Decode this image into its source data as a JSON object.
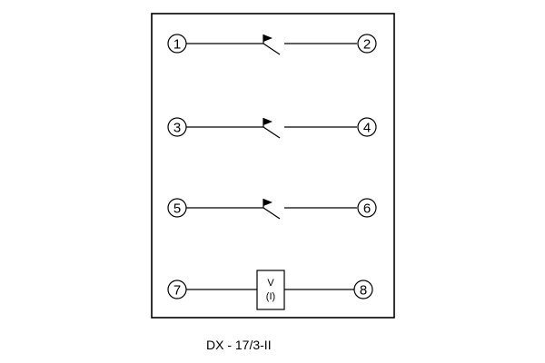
{
  "terminals": [
    {
      "id": "1",
      "label": "1"
    },
    {
      "id": "2",
      "label": "2"
    },
    {
      "id": "3",
      "label": "3"
    },
    {
      "id": "4",
      "label": "4"
    },
    {
      "id": "5",
      "label": "5"
    },
    {
      "id": "6",
      "label": "6"
    },
    {
      "id": "7",
      "label": "7"
    },
    {
      "id": "8",
      "label": "8"
    }
  ],
  "contacts": [
    {
      "name": "contact-1-2",
      "from": "1",
      "to": "2",
      "type": "normally-closed-with-flag"
    },
    {
      "name": "contact-3-4",
      "from": "3",
      "to": "4",
      "type": "normally-closed-with-flag"
    },
    {
      "name": "contact-5-6",
      "from": "5",
      "to": "6",
      "type": "normally-closed-with-flag"
    }
  ],
  "coil": {
    "from": "7",
    "to": "8",
    "label_top": "V",
    "label_bottom": "(I)"
  },
  "model_label": "DX - 17/3-II",
  "colors": {
    "line": "#000000",
    "background": "#ffffff"
  }
}
